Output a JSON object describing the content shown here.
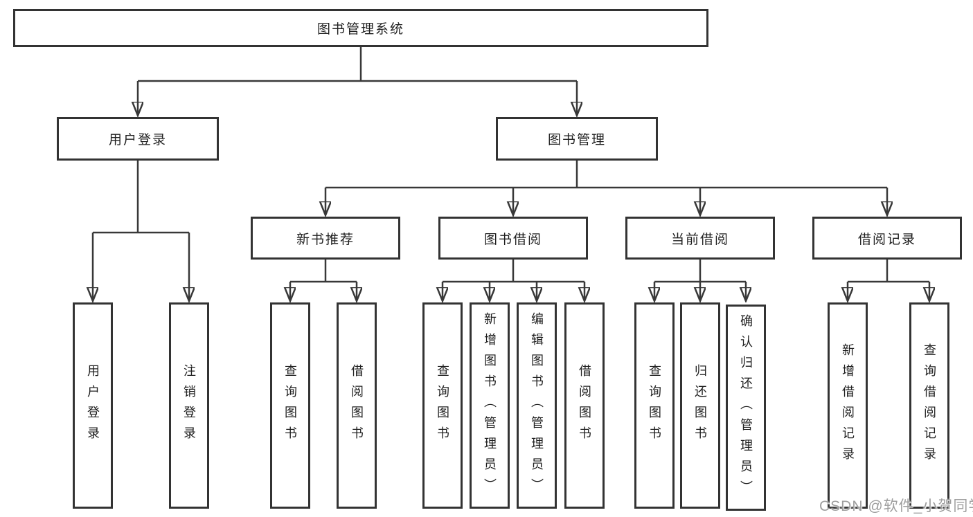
{
  "tree": {
    "root": {
      "label": "图书管理系统"
    },
    "children": [
      {
        "label": "用户登录",
        "children": [
          {
            "label": "用户登录"
          },
          {
            "label": "注销登录"
          }
        ]
      },
      {
        "label": "图书管理",
        "children": [
          {
            "label": "新书推荐",
            "children": [
              {
                "label": "查询图书"
              },
              {
                "label": "借阅图书"
              }
            ]
          },
          {
            "label": "图书借阅",
            "children": [
              {
                "label": "查询图书"
              },
              {
                "label": "新增图书（管理员）"
              },
              {
                "label": "编辑图书（管理员）"
              },
              {
                "label": "借阅图书"
              }
            ]
          },
          {
            "label": "当前借阅",
            "children": [
              {
                "label": "查询图书"
              },
              {
                "label": "归还图书"
              },
              {
                "label": "确认归还（管理员）"
              }
            ]
          },
          {
            "label": "借阅记录",
            "children": [
              {
                "label": "新增借阅记录"
              },
              {
                "label": "查询借阅记录"
              }
            ]
          }
        ]
      }
    ]
  },
  "watermark": {
    "text": "CSDN @软件_小贺同学"
  },
  "colors": {
    "line": "#383838",
    "box_border": "#333333",
    "text": "#1f1f1f",
    "background": "#ffffff",
    "watermark": "#9e9e9e"
  }
}
